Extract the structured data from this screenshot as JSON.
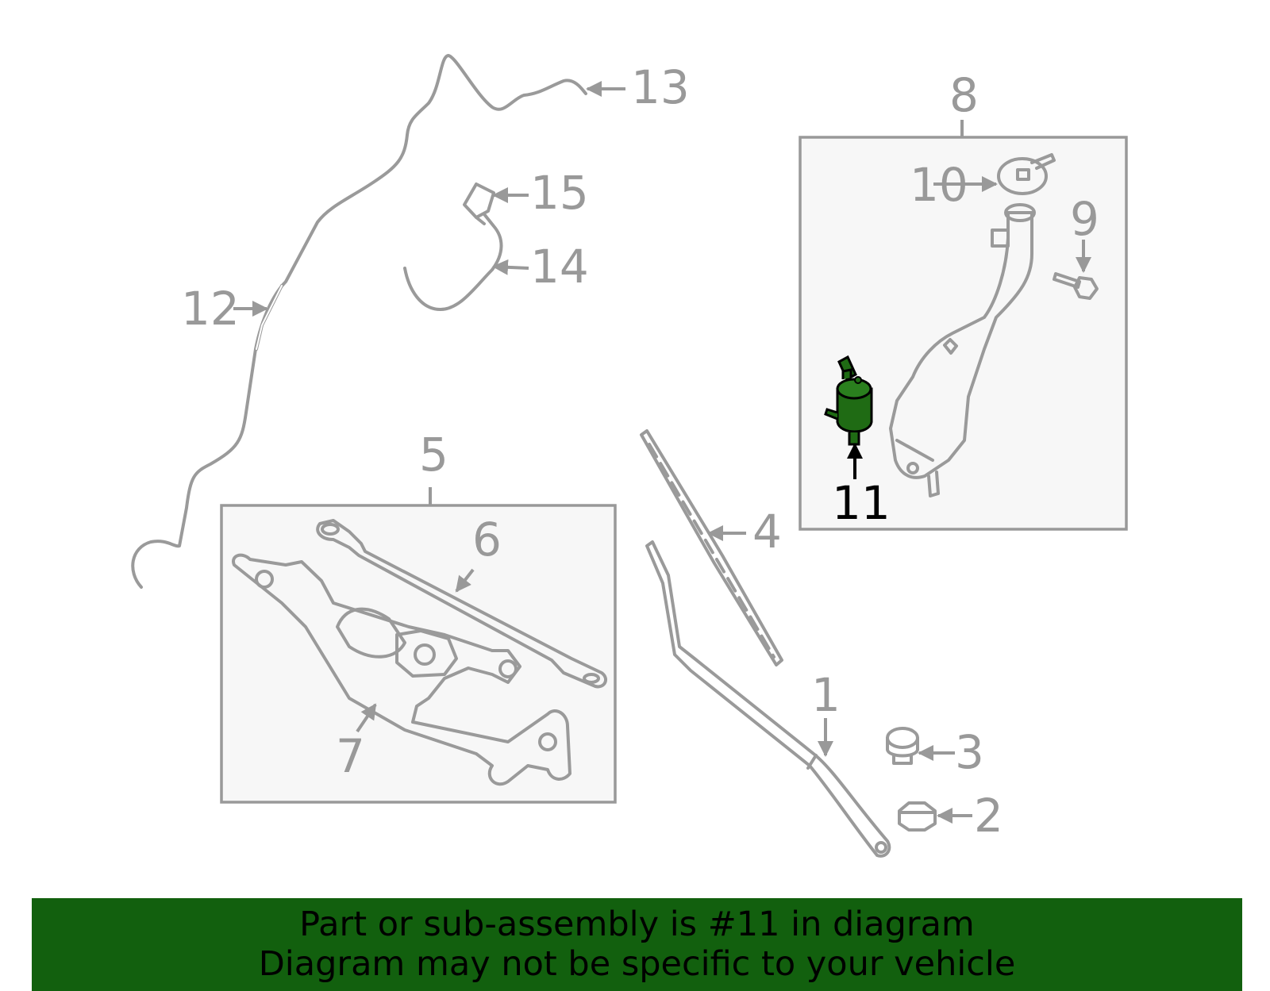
{
  "diagram": {
    "highlighted_part": "11",
    "colors": {
      "highlight": "#1f6b14",
      "parts": "#999999",
      "banner": "#12600e"
    },
    "callouts": [
      "1",
      "2",
      "3",
      "4",
      "5",
      "6",
      "7",
      "8",
      "9",
      "10",
      "11",
      "12",
      "13",
      "14",
      "15"
    ]
  },
  "banner": {
    "line1": "Part or sub-assembly is #11 in diagram",
    "line2": "Diagram may not be specific to your vehicle"
  }
}
